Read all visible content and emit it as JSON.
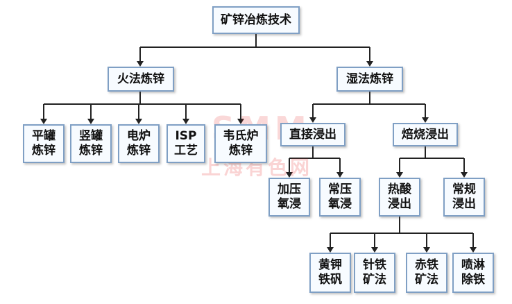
{
  "diagram": {
    "root": "矿锌冶炼技术",
    "pyro": {
      "label": "火法炼锌",
      "children": [
        "平罐\n炼锌",
        "竖罐\n炼锌",
        "电炉\n炼锌",
        "ISP\n工艺",
        "韦氏炉\n炼锌"
      ]
    },
    "hydro": {
      "label": "湿法炼锌",
      "direct": {
        "label": "直接浸出",
        "children": [
          "加压\n氧浸",
          "常压\n氧浸"
        ]
      },
      "roast": {
        "label": "焙烧浸出",
        "hot_acid": {
          "label": "热酸\n浸出",
          "children": [
            "黄钾\n铁矾",
            "针铁\n矿法",
            "赤铁\n矿法",
            "喷淋\n除铁"
          ]
        },
        "conventional": "常规\n浸出"
      }
    }
  },
  "watermark": {
    "logo": "SMM",
    "text": "上海有色网"
  },
  "colors": {
    "box_border": "#7f9fc4",
    "box_fill": "#f7fbff",
    "connector": "#222222",
    "watermark": "#e63c3c"
  }
}
